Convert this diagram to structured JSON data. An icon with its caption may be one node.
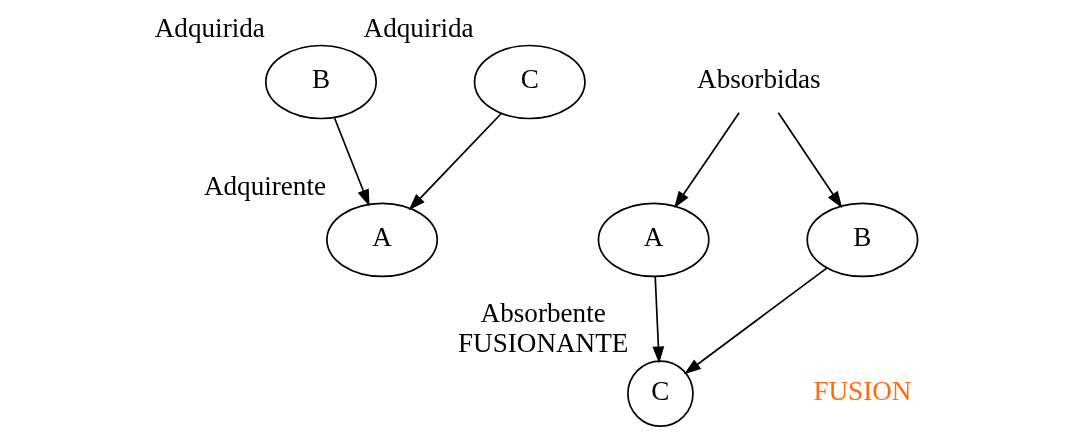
{
  "diagram": {
    "nodes": [
      {
        "text": [
          "A"
        ],
        "beside": [
          "Adquirente"
        ]
      },
      {
        "text": [
          "B"
        ],
        "beside": [
          "Adquirida"
        ]
      },
      {
        "text": [
          "C"
        ],
        "beside": [
          "Adquirida"
        ]
      },
      {
        "text": [
          "Absorbidas"
        ]
      },
      {
        "text": [
          "A"
        ]
      },
      {
        "text": [
          "B"
        ]
      },
      {
        "text": [
          "C"
        ],
        "beside": [
          "Absorbente",
          "FUSIONANTE"
        ]
      }
    ],
    "edges": [
      {
        "from": 1,
        "to": 0,
        "arrow": "to"
      },
      {
        "from": 2,
        "to": 0,
        "arrow": "to"
      },
      {
        "from": 3,
        "to": 4,
        "arrow": "to"
      },
      {
        "from": 3,
        "to": 5,
        "arrow": "to"
      },
      {
        "from": 4,
        "to": 6,
        "arrow": "to"
      },
      {
        "from": 5,
        "to": 6,
        "arrow": "to"
      }
    ],
    "labels": [
      "FUSION"
    ]
  }
}
